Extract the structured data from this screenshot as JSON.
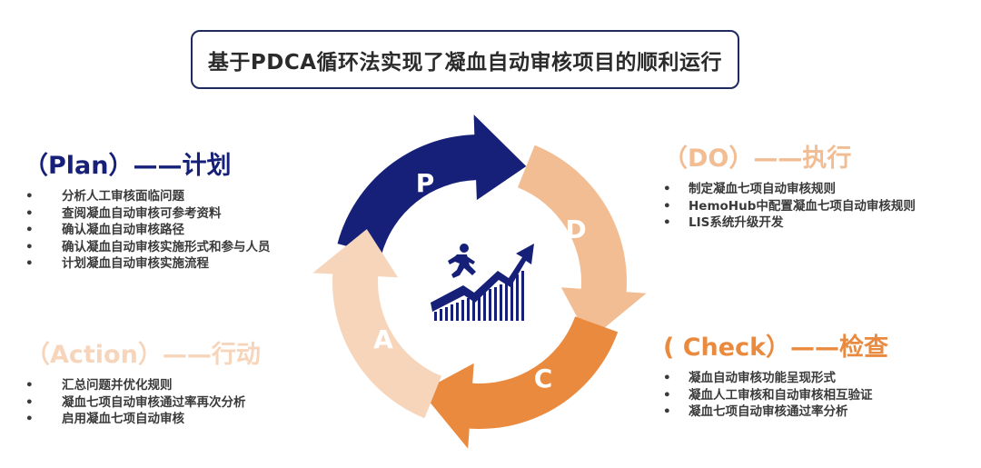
{
  "title": "基于PDCA循环法实现了凝血自动审核项目的顺利运行",
  "colors": {
    "plan": "#162078",
    "do": "#f2bd92",
    "check": "#ea8a3f",
    "action": "#f7d5bb",
    "title_border": "#1f2a5e"
  },
  "cycle": {
    "plan_letter": "P",
    "do_letter": "D",
    "check_letter": "C",
    "action_letter": "A",
    "center_icon": "runner-on-rising-bar-chart-icon"
  },
  "plan": {
    "heading": "（Plan）——计划",
    "bullet": "•",
    "items": [
      "分析人工审核面临问题",
      "查阅凝血自动审核可参考资料",
      "确认凝血自动审核路径",
      "确认凝血自动审核实施形式和参与人员",
      "计划凝血自动审核实施流程"
    ]
  },
  "do": {
    "heading": "（DO）——执行",
    "bullet": "•",
    "items": [
      "制定凝血七项自动审核规则",
      "HemoHub中配置凝血七项自动审核规则",
      "LIS系统升级开发"
    ]
  },
  "action": {
    "heading": "（Action）——行动",
    "bullet": "•",
    "items": [
      "汇总问题并优化规则",
      "凝血七项自动审核通过率再次分析",
      "启用凝血七项自动审核"
    ]
  },
  "check": {
    "heading": "( Check）——检查",
    "bullet": "•",
    "items": [
      "凝血自动审核功能呈现形式",
      "凝血人工审核和自动审核相互验证",
      "凝血七项自动审核通过率分析"
    ]
  }
}
